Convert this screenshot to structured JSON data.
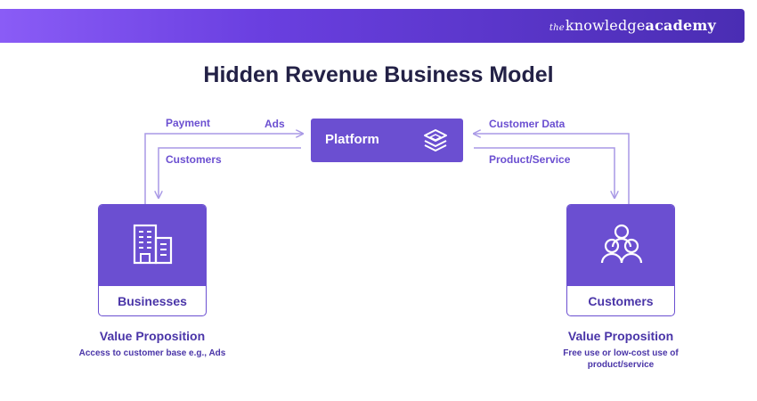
{
  "brand": {
    "prefix": "the",
    "knowledge": "knowledge",
    "academy": "academy"
  },
  "title": "Hidden Revenue Business Model",
  "platform": {
    "label": "Platform",
    "icon": "layers-icon"
  },
  "flows": {
    "payment": "Payment",
    "ads": "Ads",
    "customers": "Customers",
    "customer_data": "Customer Data",
    "product_service": "Product/Service"
  },
  "businesses": {
    "name": "Businesses",
    "icon": "building-icon",
    "vp_title": "Value Proposition",
    "vp_text": "Access to customer base e.g., Ads"
  },
  "customers": {
    "name": "Customers",
    "icon": "people-group-icon",
    "vp_title": "Value Proposition",
    "vp_text_line1": "Free use or low-cost use of",
    "vp_text_line2": "product/service"
  },
  "colors": {
    "accent": "#6b4fd1",
    "arrow": "#a999e6",
    "title": "#232146"
  }
}
